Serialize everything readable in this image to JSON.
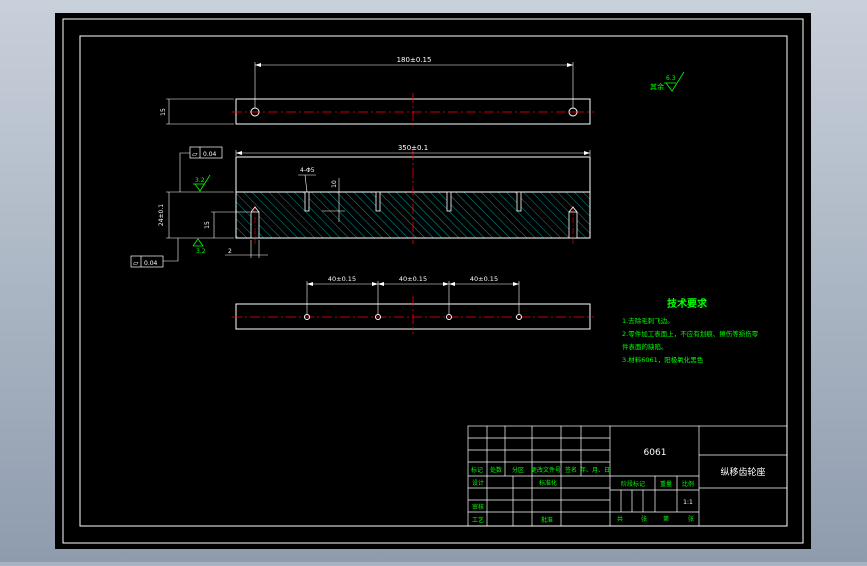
{
  "colors": {
    "background": "#000000",
    "frame": "#ffffff",
    "dimension": "#ffffff",
    "annotation": "#00ff00",
    "centerline": "#ff0000",
    "hatch": "#00ffff",
    "viewport": "#a7b3c2"
  },
  "top_view": {
    "overall_dim": "180±0.15",
    "height_dim": "15"
  },
  "front_view": {
    "length_dim": "350±0.1",
    "hole_callout": "4-Φ5",
    "hole_depth_dim": "10",
    "height_dim": "24±0.1",
    "step_dim": "15",
    "bottom_dim": "2",
    "roughness_left": "3.2",
    "roughness_bottom": "3.2",
    "gdt_top": {
      "symbol": "⏥",
      "value": "0.04"
    },
    "gdt_bottom": {
      "symbol": "⏥",
      "value": "0.04"
    }
  },
  "bottom_view": {
    "pitch_dims": [
      "40±0.15",
      "40±0.15",
      "40±0.15"
    ]
  },
  "roughness_note": {
    "label": "其余",
    "value": "6.3"
  },
  "tech_requirements": {
    "title": "技术要求",
    "items": [
      "1.去除毛刺飞边。",
      "2.零件加工表面上，不应有划痕、擦伤等损伤零",
      "件表面的缺陷。",
      "3.材料6061，阳极氧化黑色"
    ]
  },
  "title_block": {
    "material": "6061",
    "part_name": "纵移齿轮座",
    "header_cells": [
      "标记",
      "处数",
      "分区",
      "更改文件号",
      "签名",
      "年、月、日"
    ],
    "design": "设计",
    "standardize": "标准化",
    "review": "审核",
    "process": "工艺",
    "approve": "批准",
    "stage_mark": "阶段标记",
    "weight": "重量",
    "scale": "比例",
    "scale_value": "1:1",
    "sheet_total_a": "共",
    "sheet_total_b": "张",
    "sheet_no_a": "第",
    "sheet_no_b": "张"
  }
}
